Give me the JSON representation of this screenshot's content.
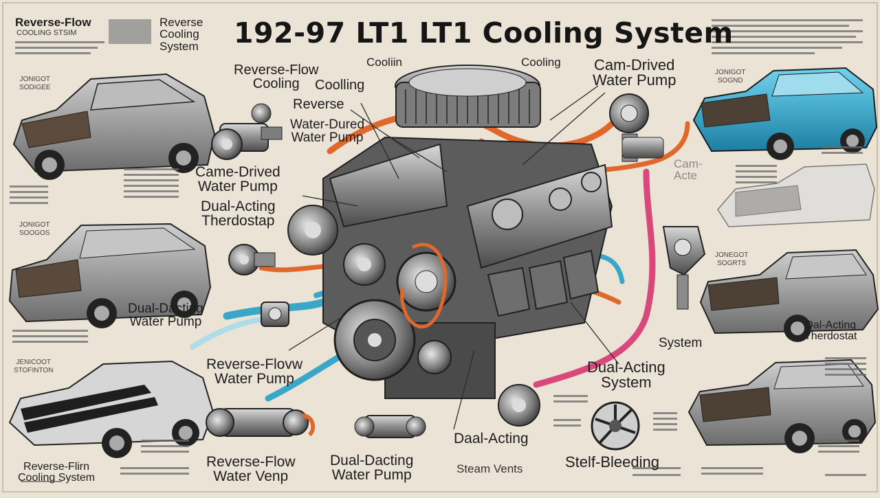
{
  "title": "192-97 LT1 LT1 Cooling System",
  "labels": {
    "reverse_flow_cooling_system_tl": "Reverse-Flow",
    "tl_scribble": "COOLING STSIM",
    "reverse_cooling_system_tl": "Reverse\nCooling\nSystem",
    "reverse_flow_cooling": "Reverse-Flow\nCooling",
    "coolling": "Coolling",
    "cooliin": "Cooliin",
    "cooling_top": "Cooling",
    "cam_drived_water_pump_top": "Cam-Drived\nWater Pump",
    "reverse": "Reverse",
    "water_dured_pump": "Water-Dured\nWater Pump",
    "came_drived_water_pump": "Came-Drived\nWater Pump",
    "dual_acting_therdostap": "Dual-Acting\nTherdostap",
    "dual_dacting_water_pump_left": "Dual-Dacting\nWater Pump",
    "reverse_floww_water_pump": "Reverse-Flovw\nWater Pump",
    "reverse_flow_water_venp": "Reverse-Flow\nWater Venp",
    "dual_dacting_water_pump_bottom": "Dual-Dacting\nWater Pump",
    "daal_acting": "Daal-Acting",
    "steam_vents": "Steam Vents",
    "self_bleeding": "Stelf-Bleeding",
    "dual_acting_system": "Dual-Acting\nSystem",
    "system_right": "System",
    "dal_acting_therdostat": "Dal-Acting\nTherdostat",
    "cam_acte": "Cam-\nActe",
    "reverse_flirn_cooling_system": "Reverse-Flirn\nCooling System",
    "jonigot_sodigee": "JONIGOT\nSODIGEE",
    "jonigot_soogos": "JONIGOT\nSOOGOS",
    "jenicoot_stofinton": "JENICOOT\nSTOFINTON",
    "jonigot_sognd": "JONIGOT\nSOGND",
    "jonegot_sogrts": "JONEGOT\nSOGRTS"
  },
  "colors": {
    "background": "#ebe4d6",
    "hose_orange": "#e0682c",
    "hose_blue": "#3aa7c9",
    "hose_pink": "#d8487a",
    "metal": "#8b8b8b",
    "car_teal": "#2ea6c8"
  },
  "icons": [
    "engine-icon",
    "car-icon",
    "water-pump-icon",
    "thermostat-icon",
    "fan-icon",
    "pulley-icon"
  ]
}
